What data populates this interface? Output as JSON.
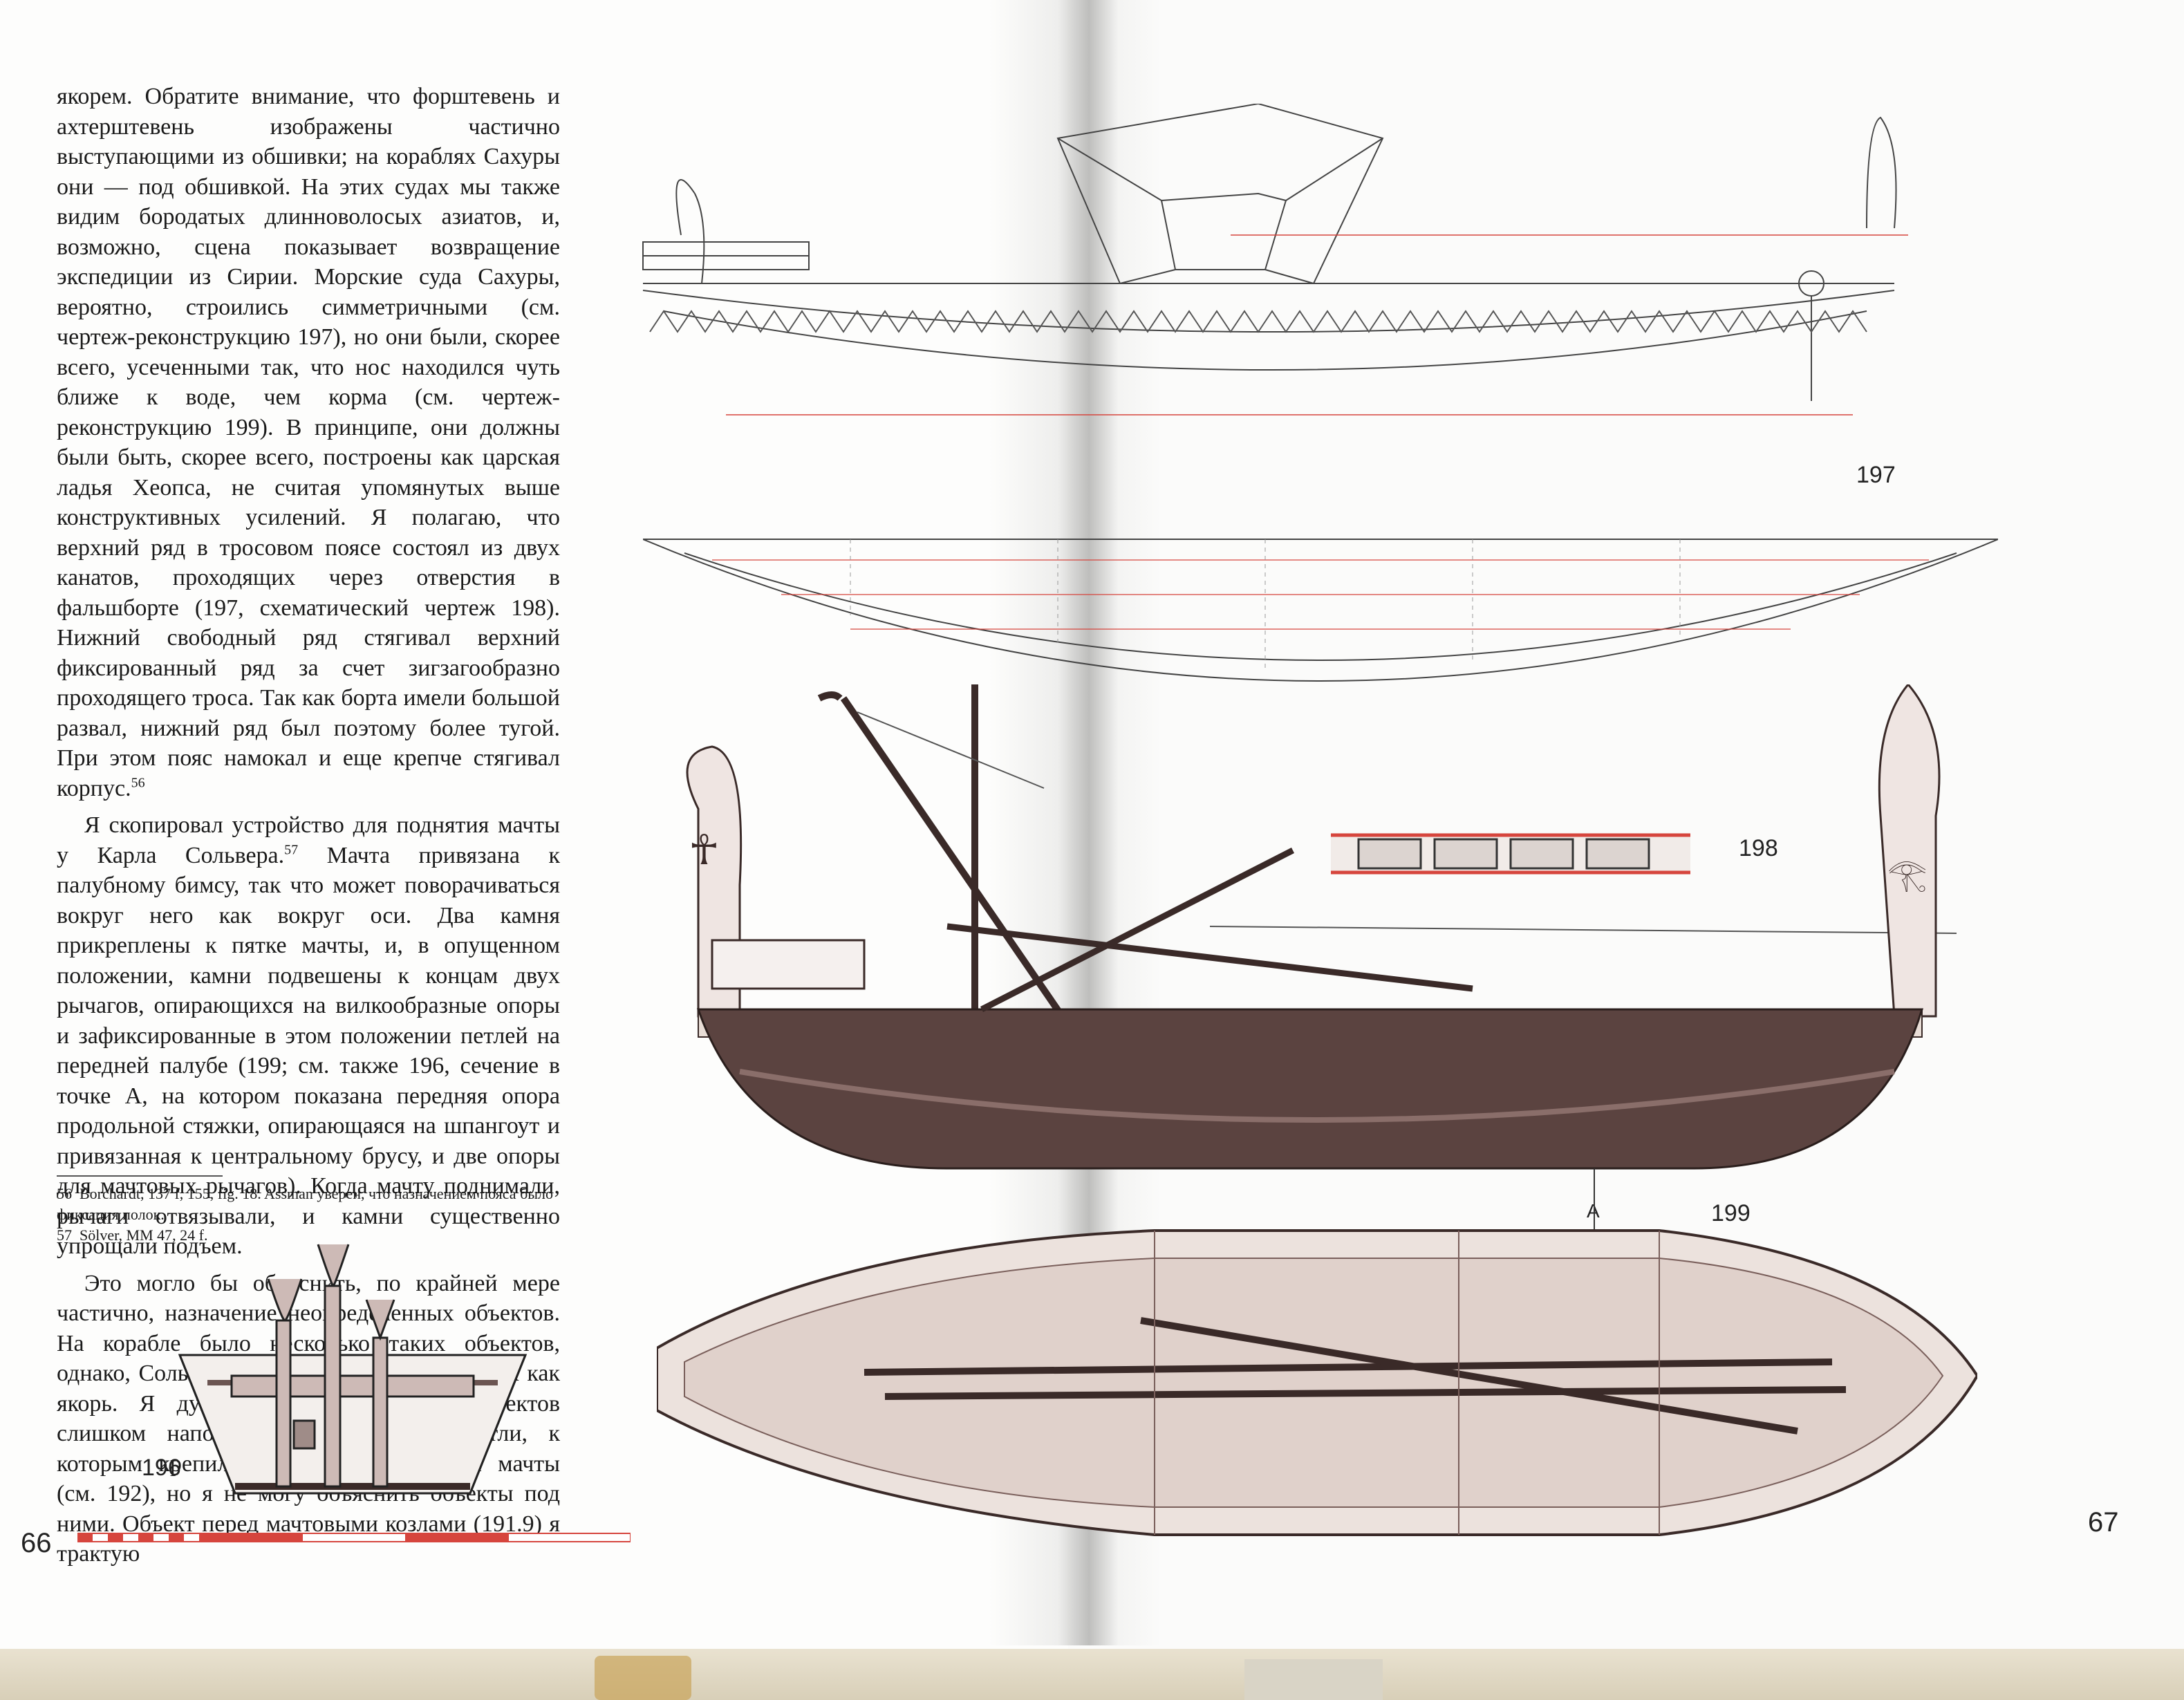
{
  "left_page": {
    "paragraphs": [
      {
        "text": "якорем. Обратите внимание, что форштевень и ахтерштевень изображены частично выступающими из обшивки; на кораблях Сахуры они — под обшивкой. На этих судах мы также видим бородатых длинноволосых азиатов, и, возможно, сцена показывает возвращение экспедиции из Сирии. Морские суда Сахуры, вероятно, строились симметричными (см. чертеж-реконструкцию 197), но они были, скорее всего, усеченными так, что нос находился чуть ближе к воде, чем корма (см. чертеж-реконструкцию 199). В принципе, они должны были быть, скорее всего, построены как царская ладья Хеопса, не считая упомянутых выше конструктивных усилений. Я полагаю, что верхний ряд в тросовом поясе состоял из двух канатов, проходящих через отверстия в фальшборте (197, схематический чертеж 198). Нижний свободный ряд стягивал верхний фиксированный ряд за счет зигзагообразно проходящего троса. Так как борта имели большой развал, нижний ряд был поэтому более тугой. При этом пояс намокал и еще крепче стягивал корпус.",
        "note": "56"
      },
      {
        "text": "Я скопировал устройство для поднятия мачты у Карла Сольвера.",
        "note": "57",
        "rest": " Мачта привязана к палубному бимсу, так что может поворачиваться вокруг него как вокруг оси. Два камня прикреплены к пятке мачты, и, в опущенном положении, камни подвешены к концам двух рычагов, опирающихся на вилкообразные опоры и зафиксированные в этом положении петлей на передней палубе (199; см. также 196, сечение в точке А, на котором показана передняя опора продольной стяжки, опирающаяся на шпангоут и привязанная к центральному брусу, и две опоры для мачтовых рычагов). Когда мачту поднимали, рычаги отвязывали, и камни существенно упрощали подъем."
      },
      {
        "text": "Это могло бы объяснить, по крайней мере частично, назначение неопределенных объектов. На корабле было несколько таких объектов, однако, Сольвер интерпретирует один из них как якорь. Я думаю, что петли этих объектов слишком напоминают кольца или, петли, к которым крепились растяжки поднятой мачты (см. 192), но я не могу объяснить объекты под ними. Объект перед мачтовыми козлами (191.9) я трактую"
      }
    ],
    "footnotes": [
      {
        "num": "56",
        "text": "Borchardt, 137 f, 155, fig. 18. Assman уверен, что назначением пояса было фиксация полок."
      },
      {
        "num": "57",
        "text": "Sölver, MM 47, 24 f."
      }
    ],
    "figure_label": "196",
    "page_number": "66"
  },
  "right_page": {
    "figure_labels": {
      "fig197": "197",
      "fig198": "198",
      "fig199": "199",
      "section_a": "A"
    },
    "page_number": "67"
  },
  "colors": {
    "accent_red": "#d6453d",
    "hull_dark": "#3a2a28",
    "deck_light": "#e8ddd6"
  }
}
